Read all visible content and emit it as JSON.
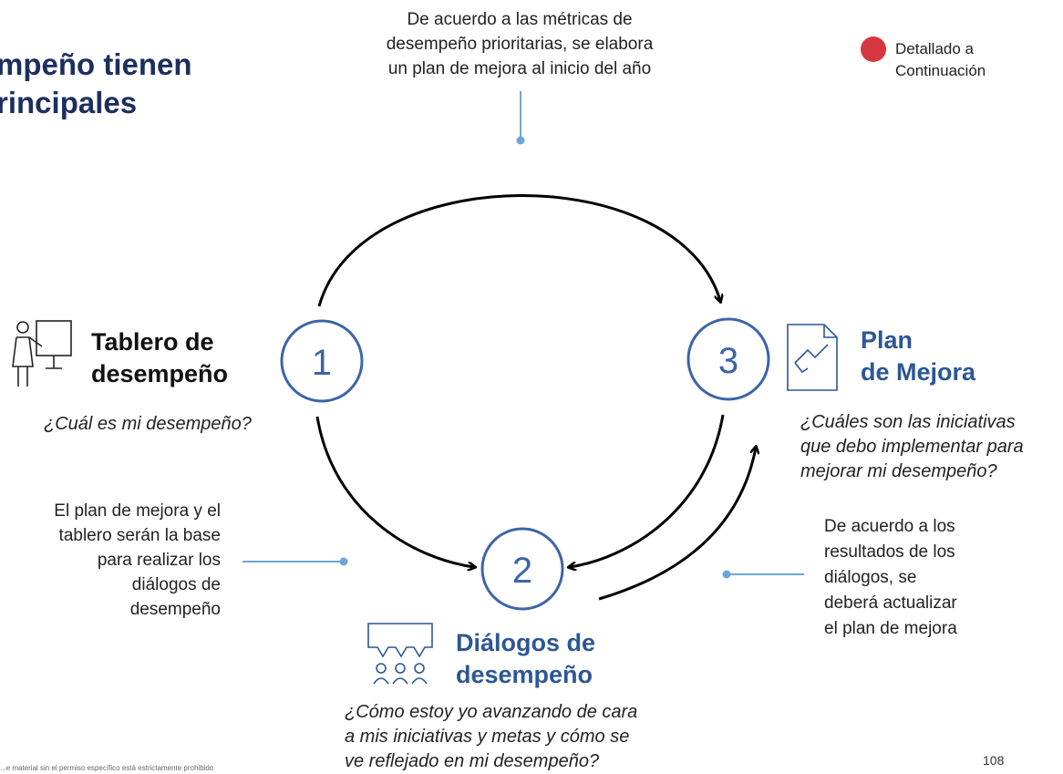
{
  "header": {
    "title": "mpeño tienen\nrincipales"
  },
  "legend": {
    "marker_color": "#d6363f",
    "label": "Detallado a\nContinuación"
  },
  "annotations": {
    "top": "De acuerdo a las métricas de\ndesempeño prioritarias, se elabora\nun plan de mejora al inicio del año",
    "left": "El plan de mejora y el\ntablero serán la base\npara realizar los\ndiálogos de\ndesempeño",
    "right": "De acuerdo a los\nresultados de los\ndiálogos, se\ndeberá actualizar\nel plan de mejora"
  },
  "steps": [
    {
      "number": "1",
      "title": "Tablero de\ndesempeño",
      "question": "¿Cuál es mi desempeño?",
      "icon": "presenter-board-icon"
    },
    {
      "number": "2",
      "title": "Diálogos de\ndesempeño",
      "question": "¿Cómo estoy yo avanzando de cara\na mis iniciativas y metas y cómo se\nve reflejado en mi desempeño?",
      "icon": "group-conversation-icon"
    },
    {
      "number": "3",
      "title": "Plan\nde Mejora",
      "question": "¿Cuáles son las iniciativas\nque debo implementar para\nmejorar mi desempeño?",
      "icon": "document-check-icon"
    }
  ],
  "colors": {
    "title_navy": "#1c2f5e",
    "step_blue": "#2c5795",
    "circle_outline": "#3d64a8",
    "connector_blue": "#6fa5db"
  },
  "footer": {
    "page_number": "108",
    "disclaimer": "...e material sin el permiso específico está estrictamente prohibido"
  }
}
